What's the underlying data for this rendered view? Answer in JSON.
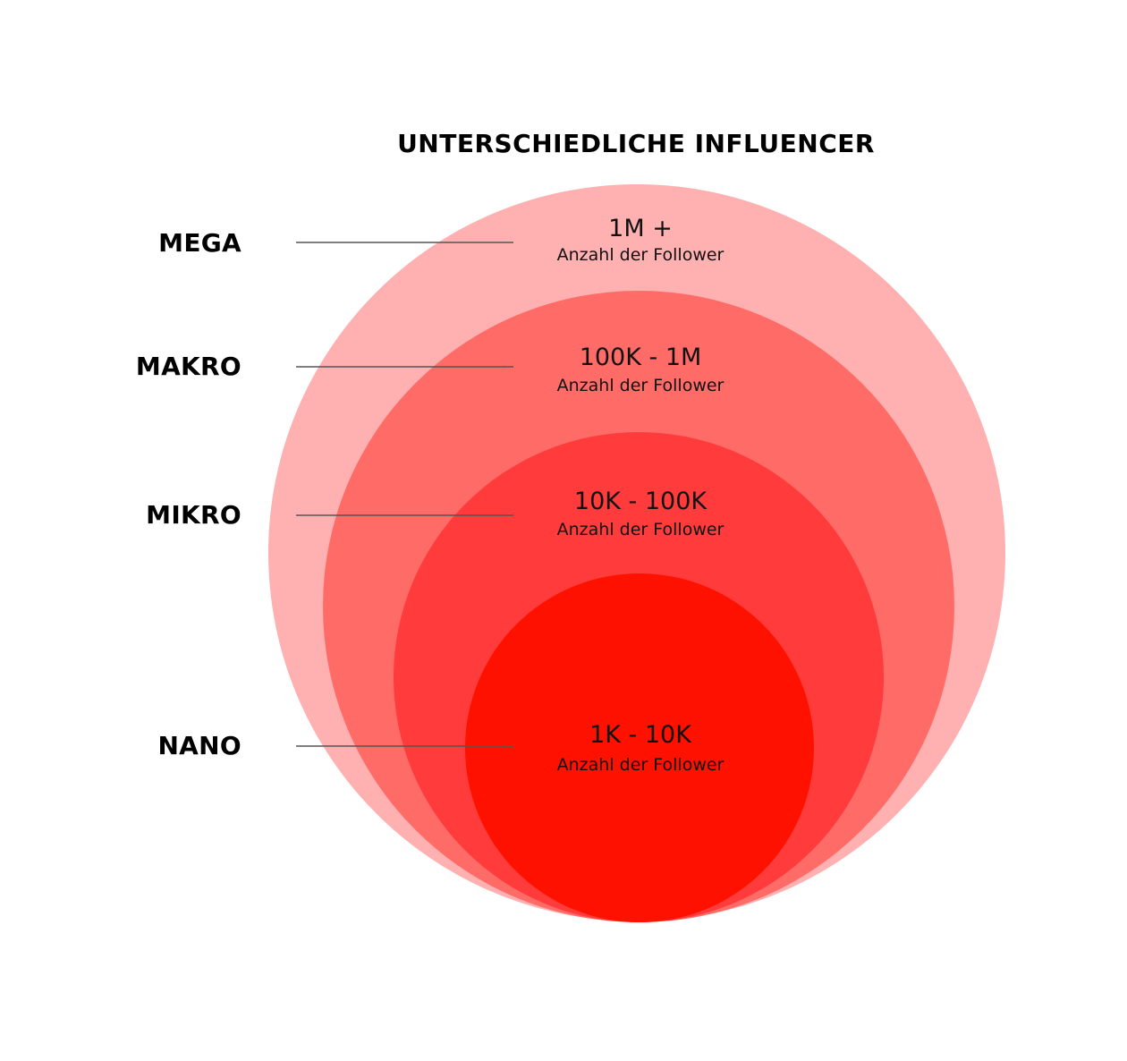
{
  "title": "UNTERSCHIEDLICHE INFLUENCER",
  "colors": {
    "mega": "#ffb0b0",
    "makro": "#ff6b66",
    "mikro": "#ff3b3b",
    "nano": "#ff1100",
    "leader_line": "#555555",
    "text": "#000000"
  },
  "tiers": [
    {
      "label": "MEGA",
      "range": "1M +",
      "caption": "Anzahl der Follower"
    },
    {
      "label": "MAKRO",
      "range": "100K - 1M",
      "caption": "Anzahl der Follower"
    },
    {
      "label": "MIKRO",
      "range": "10K - 100K",
      "caption": "Anzahl der Follower"
    },
    {
      "label": "NANO",
      "range": "1K - 10K",
      "caption": "Anzahl der Follower"
    }
  ]
}
